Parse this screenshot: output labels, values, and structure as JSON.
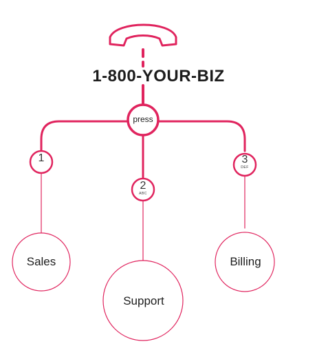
{
  "phone_number": "1-800-YOUR-BIZ",
  "press_label": "press",
  "keys": [
    {
      "digit": "1",
      "letters": ""
    },
    {
      "digit": "2",
      "letters": "ABC"
    },
    {
      "digit": "3",
      "letters": "DEF"
    }
  ],
  "destinations": [
    "Sales",
    "Support",
    "Billing"
  ],
  "colors": {
    "accent": "#e0245e",
    "text": "#1c1c1c"
  },
  "icons": {
    "handset": "phone-handset-icon"
  }
}
